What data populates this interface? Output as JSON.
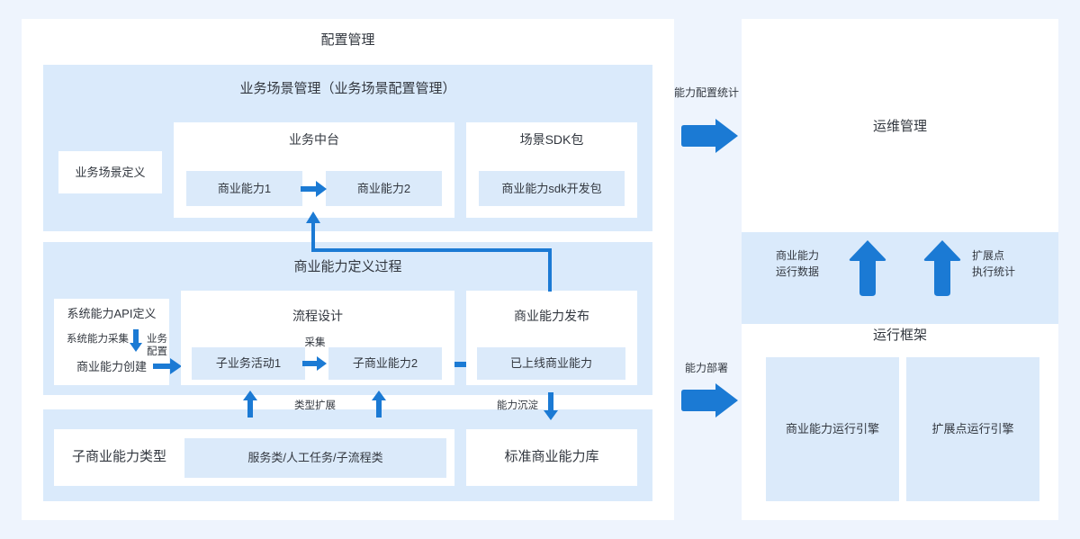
{
  "diagram": {
    "left_card": {
      "title": "配置管理",
      "sections": [
        {
          "name": "business-scene-management",
          "title": "业务场景管理（业务场景配置管理）",
          "side_box": "业务场景定义",
          "cards": [
            {
              "title": "业务中台",
              "items": [
                "商业能力1",
                "商业能力2"
              ]
            },
            {
              "title": "场景SDK包",
              "items": [
                "商业能力sdk开发包"
              ]
            }
          ]
        },
        {
          "name": "capability-definition-process",
          "title": "商业能力定义过程",
          "left_stack": [
            "系统能力API定义",
            "商业能力创建"
          ],
          "cards": [
            {
              "title": "流程设计",
              "items": [
                "子业务活动1",
                "子商业能力2"
              ]
            },
            {
              "title": "商业能力发布",
              "items": [
                "已上线商业能力"
              ]
            }
          ]
        },
        {
          "name": "capability-type-library",
          "cards": [
            {
              "title": "子商业能力类型",
              "items": [
                "服务类/人工任务/子流程类"
              ]
            },
            {
              "title": "标准商业能力库",
              "items": []
            }
          ]
        }
      ],
      "edge_labels": {
        "system_capability_collect": "系统能力采集",
        "business_config": "业务配置",
        "collect": "采集",
        "type_extension": "类型扩展",
        "capability_precipitation": "能力沉淀"
      }
    },
    "connectors": {
      "capability_config_stat": "能力配置\n统计",
      "capability_config_stat_line1": "能力配置",
      "capability_config_stat_line2": "统计",
      "capability_deploy": "能力部署",
      "capability_runtime_data_line1": "商业能力",
      "capability_runtime_data_line2": "运行数据",
      "extension_point_stat_line1": "扩展点",
      "extension_point_stat_line2": "执行统计"
    },
    "right_card": {
      "ops_title": "运维管理",
      "runtime_frame": {
        "title": "运行框架",
        "engines": [
          "商业能力运行引擎",
          "扩展点运行引擎"
        ]
      }
    },
    "colors": {
      "page_bg": "#eef4fd",
      "card_white": "#ffffff",
      "panel_blue": "#daeafb",
      "inner_blue": "#dbeafa",
      "arrow_blue": "#1b7ad4",
      "text": "#32373f"
    }
  }
}
